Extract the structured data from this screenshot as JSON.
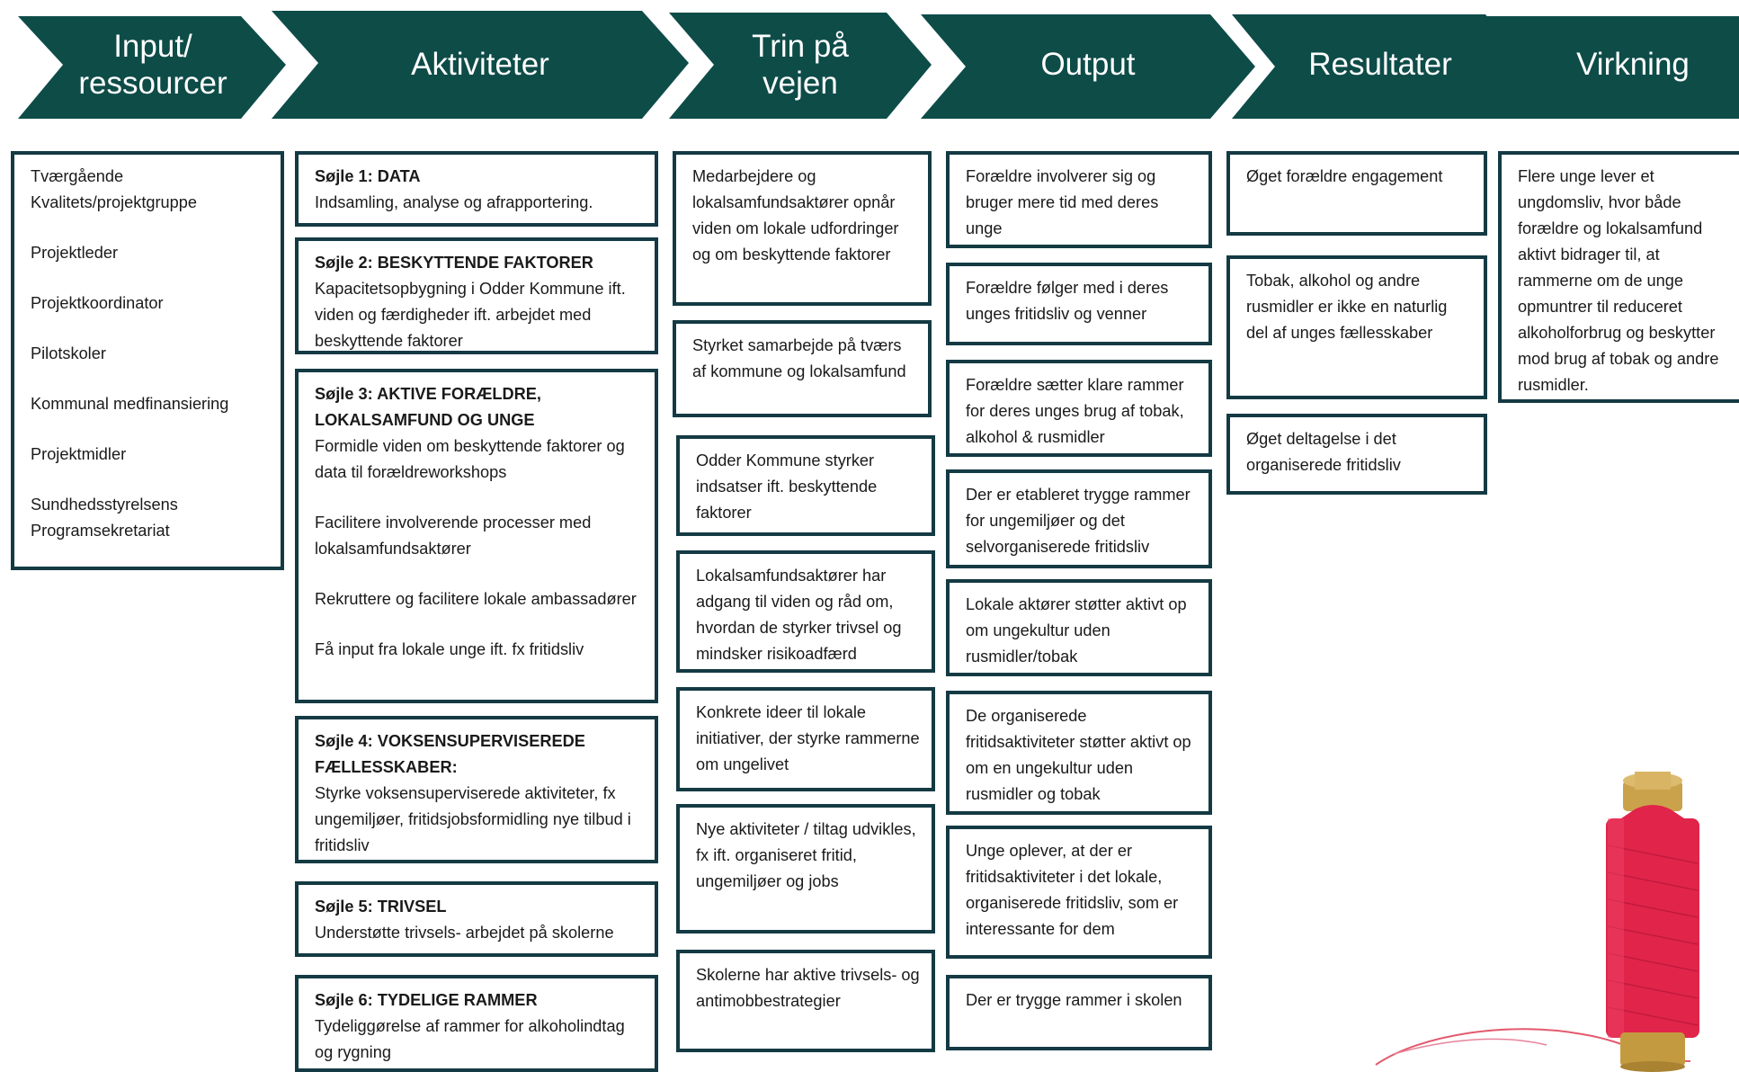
{
  "header": {
    "chevrons": [
      {
        "label": "Input/\nressourcer"
      },
      {
        "label": "Aktiviteter"
      },
      {
        "label": "Trin på\nvejen"
      },
      {
        "label": "Output"
      },
      {
        "label": "Resultater"
      },
      {
        "label": "Virkning"
      }
    ],
    "color": "#0e4c48"
  },
  "inputs": {
    "items": [
      "Tværgående\nKvalitets/projektgruppe",
      "Projektleder",
      "Projektkoordinator",
      "Pilotskoler",
      "Kommunal medfinansiering",
      "Projektmidler",
      "Sundhedsstyrelsens\nProgramsekretariat"
    ]
  },
  "activities": [
    {
      "title": "Søjle 1: DATA",
      "lines": [
        "Indsamling, analyse og afrapportering."
      ]
    },
    {
      "title": "Søjle 2: BESKYTTENDE FAKTORER",
      "lines": [
        "Kapacitetsopbygning i Odder Kommune ift. viden og færdigheder ift. arbejdet med beskyttende faktorer"
      ]
    },
    {
      "title": "Søjle 3: AKTIVE FORÆLDRE, LOKALSAMFUND OG UNGE",
      "lines": [
        "Formidle viden om beskyttende faktorer og data til forældreworkshops",
        "Facilitere involverende processer med lokalsamfundsaktører",
        "Rekruttere og facilitere lokale ambassadører",
        "Få input fra lokale unge ift. fx fritidsliv"
      ]
    },
    {
      "title": "Søjle 4: VOKSENSUPERVISEREDE FÆLLESSKABER:",
      "lines": [
        "Styrke voksensuperviserede aktiviteter, fx ungemiljøer, fritidsjobsformidling nye tilbud i fritidsliv"
      ]
    },
    {
      "title": "Søjle 5: TRIVSEL",
      "lines": [
        "Understøtte trivsels- arbejdet på skolerne"
      ]
    },
    {
      "title": "Søjle 6: TYDELIGE RAMMER",
      "lines": [
        "Tydeliggørelse af rammer for alkoholindtag og rygning"
      ]
    }
  ],
  "steps": [
    "Medarbejdere og lokalsamfundsaktører opnår viden om lokale udfordringer og om beskyttende faktorer",
    "Styrket samarbejde på tværs af kommune og lokalsamfund",
    "Odder Kommune styrker indsatser ift. beskyttende faktorer",
    "Lokalsamfundsaktører har adgang til viden og råd om, hvordan de styrker trivsel og mindsker risikoadfærd",
    "Konkrete ideer til lokale initiativer, der styrke rammerne om ungelivet",
    "Nye aktiviteter / tiltag udvikles, fx ift. organiseret fritid, ungemiljøer og jobs",
    "Skolerne har aktive trivsels- og antimobbestrategier"
  ],
  "outputs": [
    "Forældre involverer sig og bruger mere tid med deres unge",
    "Forældre følger med i deres unges fritidsliv og venner",
    "Forældre sætter klare rammer for deres unges brug af tobak, alkohol & rusmidler",
    "Der er etableret trygge rammer for ungemiljøer og det selvorganiserede fritidsliv",
    "Lokale aktører støtter aktivt op om ungekultur uden rusmidler/tobak",
    "De organiserede fritidsaktiviteter støtter aktivt op om en ungekultur uden rusmidler og tobak",
    "Unge oplever, at der er fritidsaktiviteter i det lokale, organiserede fritidsliv, som er interessante for dem",
    "Der er trygge rammer i skolen"
  ],
  "results": [
    "Øget forældre engagement",
    "Tobak, alkohol og andre rusmidler er ikke en naturlig del af unges fællesskaber",
    "Øget deltagelse i det organiserede fritidsliv"
  ],
  "impact": {
    "text": "Flere unge lever et ungdomsliv, hvor både forældre og lokalsamfund aktivt bidrager til, at rammerne om de unge opmuntrer til reduceret alkoholforbrug og beskytter mod brug af tobak og andre rusmidler."
  },
  "colors": {
    "header": "#0e4c48",
    "border": "#143a43",
    "spool_thread": "#e0244a",
    "spool_wood": "#c9a24a"
  }
}
